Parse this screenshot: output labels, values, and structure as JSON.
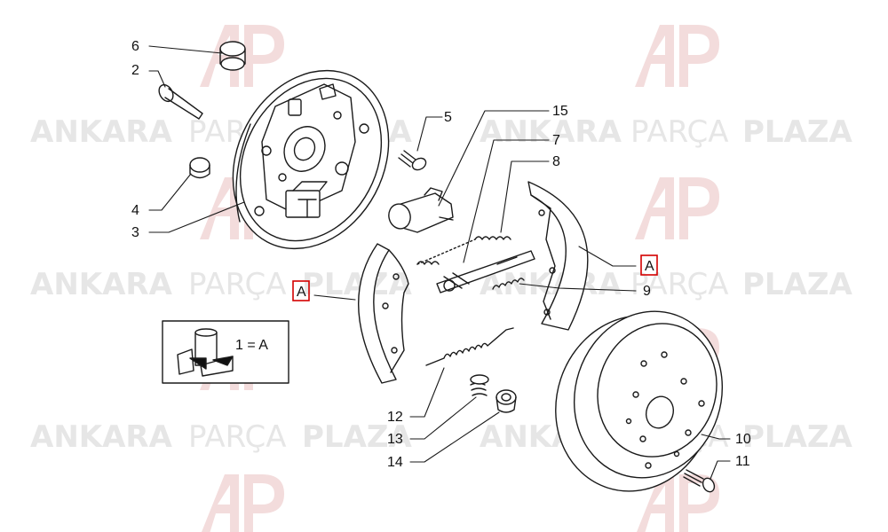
{
  "watermark": {
    "brand_left": "ANKARA",
    "brand_mid": "PARÇA",
    "brand_right": "PLAZA",
    "logo_color": "#f2dada"
  },
  "callouts": {
    "n1": "6",
    "n2": "2",
    "n3": "4",
    "n4": "3",
    "n5": "5",
    "n6": "15",
    "n7": "7",
    "n8": "8",
    "n9": "9",
    "n10": "10",
    "n11": "11",
    "n12": "12",
    "n13": "13",
    "n14": "14"
  },
  "boxed_labels": {
    "left": "A",
    "right": "A"
  },
  "inset": {
    "legend": "1 = A"
  },
  "colors": {
    "line": "#1a1a1a",
    "highlight_box": "#d40000"
  }
}
